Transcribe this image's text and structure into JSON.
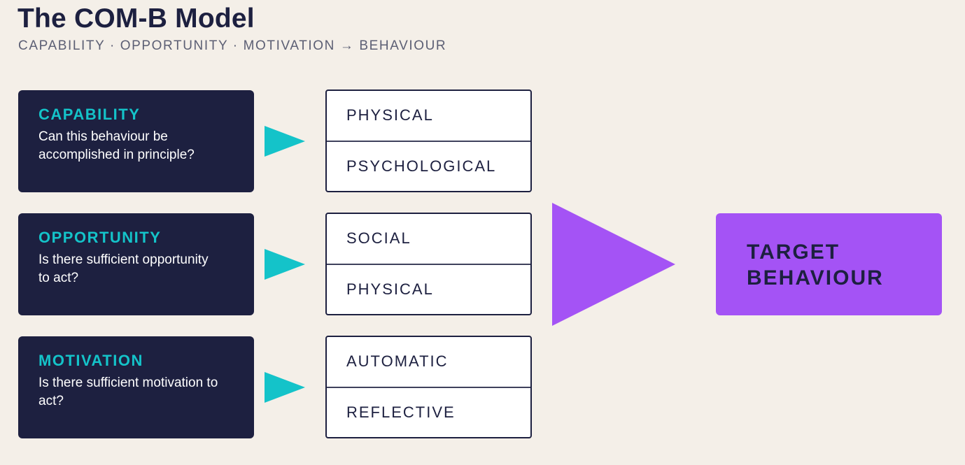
{
  "header": {
    "title": "The COM-B Model",
    "subtitle": "CAPABILITY · OPPORTUNITY · MOTIVATION → BEHAVIOUR"
  },
  "sources": [
    {
      "heading": "CAPABILITY",
      "question": "Can this behaviour be accomplished in principle?",
      "components": [
        "PHYSICAL",
        "PSYCHOLOGICAL"
      ]
    },
    {
      "heading": "OPPORTUNITY",
      "question": "Is there sufficient opportunity to act?",
      "components": [
        "SOCIAL",
        "PHYSICAL"
      ]
    },
    {
      "heading": "MOTIVATION",
      "question": "Is there sufficient motivation to act?",
      "components": [
        "AUTOMATIC",
        "REFLECTIVE"
      ]
    }
  ],
  "target": {
    "label": "TARGET BEHAVIOUR"
  },
  "colors": {
    "background": "#f4efe8",
    "navy": "#1d2040",
    "teal": "#14c3c9",
    "purple": "#a453f5",
    "white": "#ffffff"
  },
  "icons": {
    "connector": "triangle-right-icon",
    "main_arrow": "triangle-right-icon"
  }
}
